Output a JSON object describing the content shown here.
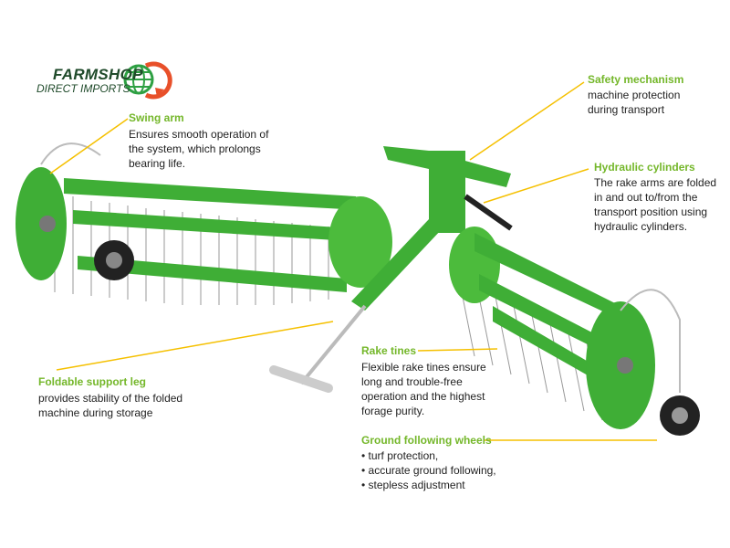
{
  "logo": {
    "line1": "FARMSHOP",
    "line2": "DIRECT IMPORTS"
  },
  "colors": {
    "machine_green": "#3fae36",
    "heading_green": "#74b72a",
    "leader_yellow": "#f5c000",
    "logo_orange": "#e8502a"
  },
  "callouts": {
    "swing_arm": {
      "title": "Swing arm",
      "text": "Ensures smooth operation of the system, which prolongs bearing life."
    },
    "safety": {
      "title": "Safety mechanism",
      "text": "machine protection during transport"
    },
    "hydraulic": {
      "title": "Hydraulic cylinders",
      "text": "The rake arms are folded in and out to/from the transport position using hydraulic cylinders."
    },
    "support_leg": {
      "title": "Foldable support leg",
      "text": "provides stability of the folded machine during storage"
    },
    "rake_tines": {
      "title": "Rake tines",
      "text": "Flexible rake tines ensure long and trouble-free operation and the highest forage purity."
    },
    "wheels": {
      "title": "Ground following wheels",
      "items": [
        "turf protection,",
        "accurate ground following,",
        "stepless adjustment"
      ]
    }
  }
}
